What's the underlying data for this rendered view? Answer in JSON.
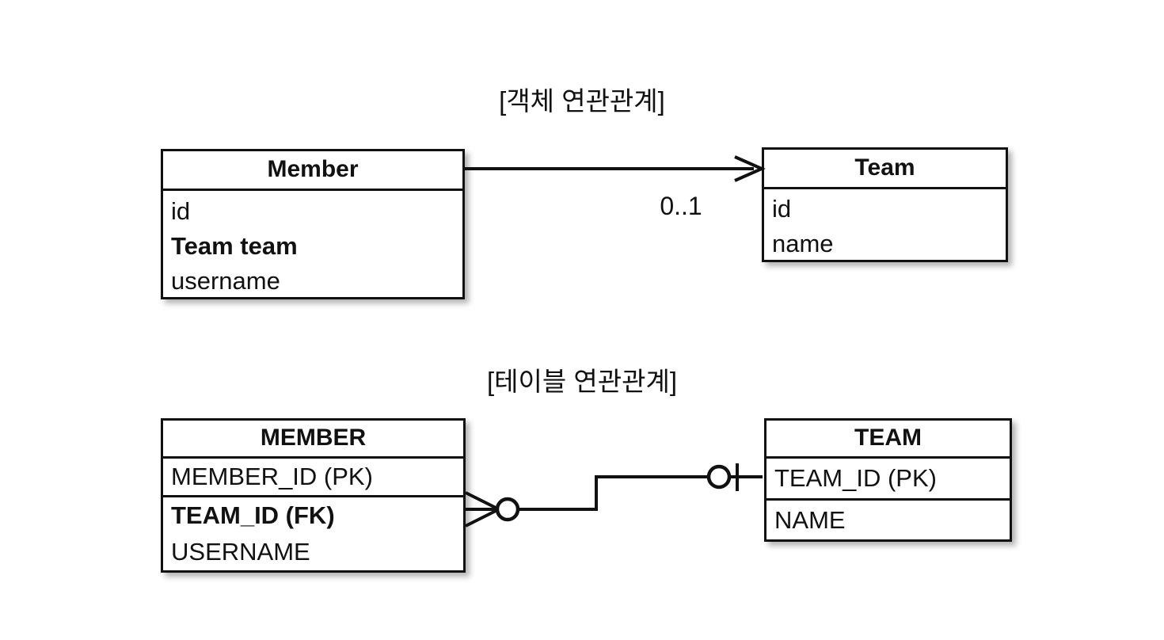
{
  "diagram": {
    "background_color": "#ffffff",
    "line_color": "#111111",
    "sections": {
      "object": {
        "caption": "[객체 연관관계]",
        "relationship": {
          "kind": "directed-association-arrow",
          "from": "Member",
          "to": "Team",
          "multiplicity_label": "0..1"
        },
        "entities": [
          {
            "name": "Member",
            "title": "Member",
            "fields": [
              {
                "text": "id",
                "bold": false
              },
              {
                "text": "Team team",
                "bold": true
              },
              {
                "text": "username",
                "bold": false
              }
            ]
          },
          {
            "name": "Team",
            "title": "Team",
            "fields": [
              {
                "text": "id",
                "bold": false
              },
              {
                "text": "name",
                "bold": false
              }
            ]
          }
        ]
      },
      "table": {
        "caption": "[테이블 연관관계]",
        "relationship": {
          "kind": "crows-foot",
          "from": "MEMBER",
          "to": "TEAM",
          "from_cardinality": "zero-or-many",
          "to_cardinality": "zero-or-one"
        },
        "entities": [
          {
            "name": "MEMBER",
            "title": "MEMBER",
            "fields": [
              {
                "text": "MEMBER_ID (PK)",
                "bold": false,
                "divider_below": true
              },
              {
                "text": "TEAM_ID (FK)",
                "bold": true,
                "divider_below": false
              },
              {
                "text": "USERNAME",
                "bold": false,
                "divider_below": false
              }
            ]
          },
          {
            "name": "TEAM",
            "title": "TEAM",
            "fields": [
              {
                "text": "TEAM_ID (PK)",
                "bold": false,
                "divider_below": true
              },
              {
                "text": "NAME",
                "bold": false,
                "divider_below": false
              }
            ]
          }
        ]
      }
    }
  }
}
